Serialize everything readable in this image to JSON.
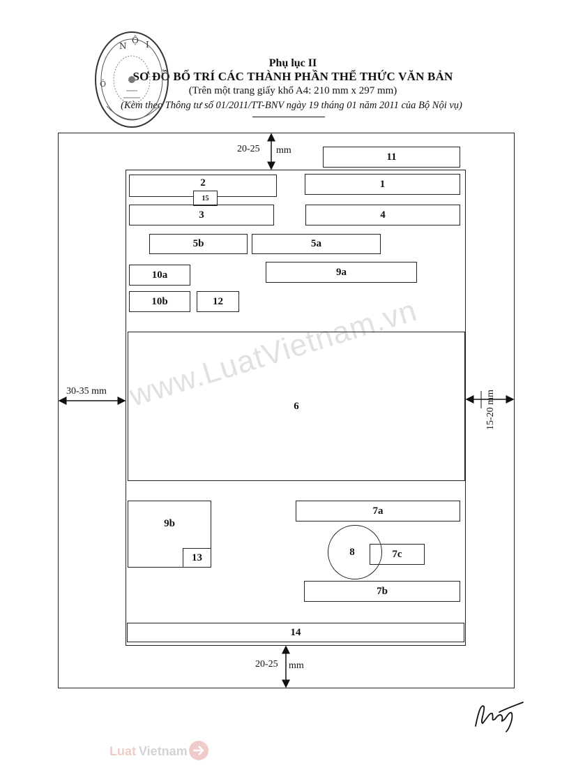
{
  "header": {
    "appendix": "Phụ lục II",
    "title": "SƠ ĐỒ BỐ TRÍ CÁC THÀNH PHẦN THỂ THỨC VĂN BẢN",
    "subtitle": "(Trên một trang giấy khổ A4: 210 mm x 297 mm)",
    "reference": "(Kèm theo Thông tư số 01/2011/TT-BNV ngày 19 tháng 01 năm 2011 của Bộ Nội vụ)"
  },
  "seal": {
    "text": "NỘI"
  },
  "margins": {
    "top": "20-25",
    "top_unit": "mm",
    "left": "30-35 mm",
    "right": "15-20 mm",
    "bottom": "20-25",
    "bottom_unit": "mm"
  },
  "components": {
    "c1": "1",
    "c2": "2",
    "c3": "3",
    "c4": "4",
    "c5a": "5a",
    "c5b": "5b",
    "c6": "6",
    "c7a": "7a",
    "c7b": "7b",
    "c7c": "7c",
    "c8": "8",
    "c9a": "9a",
    "c9b": "9b",
    "c10a": "10a",
    "c10b": "10b",
    "c11": "11",
    "c12": "12",
    "c13": "13",
    "c14": "14",
    "c15": "15"
  },
  "watermark": "www.LuatVietnam.vn",
  "footer_logo": "LuatVietnam"
}
